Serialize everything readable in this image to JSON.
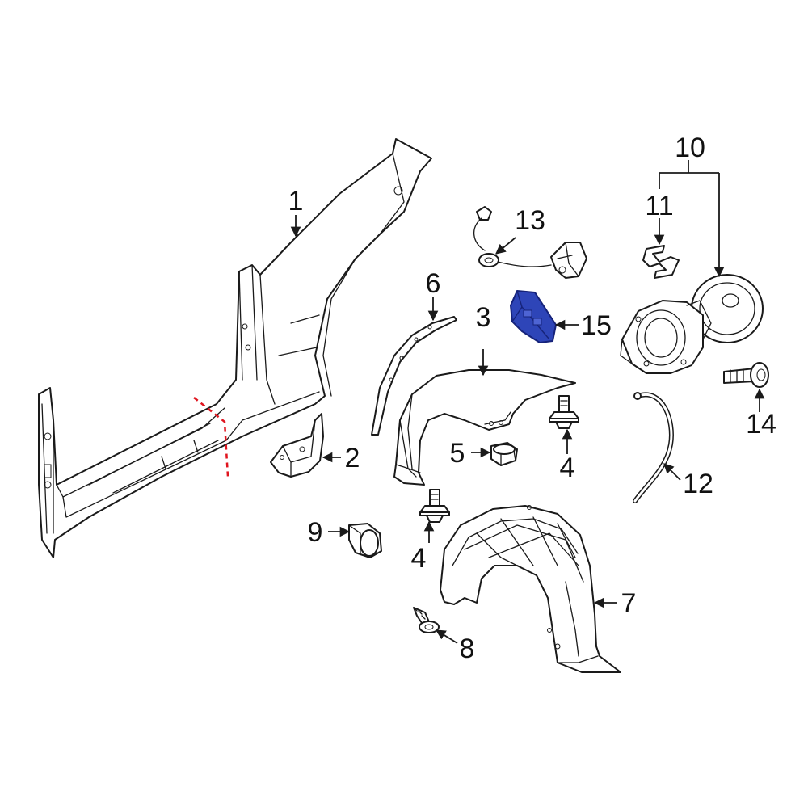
{
  "callouts": {
    "c1": "1",
    "c2": "2",
    "c3": "3",
    "c4a": "4",
    "c4b": "4",
    "c5": "5",
    "c6": "6",
    "c7": "7",
    "c8": "8",
    "c9": "9",
    "c10": "10",
    "c11": "11",
    "c12": "12",
    "c13": "13",
    "c14": "14",
    "c15": "15"
  },
  "colors": {
    "line": "#1a1a1a",
    "highlight_part": "#2e45b8",
    "highlight_dark": "#16237a",
    "cut_line": "#e0141e",
    "background": "#ffffff"
  }
}
